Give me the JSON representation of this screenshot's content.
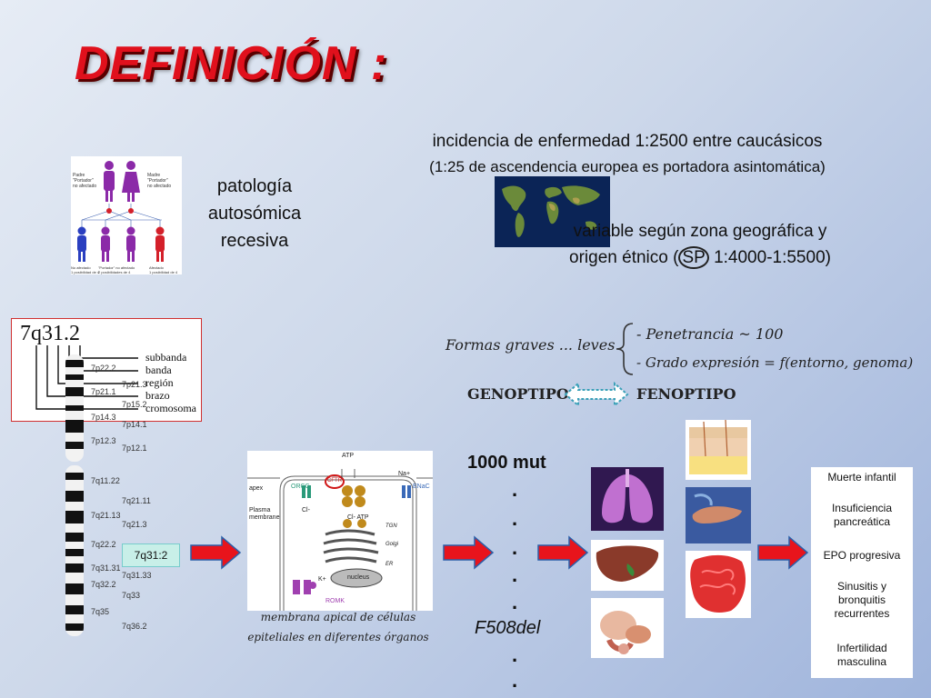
{
  "title": "DEFINICIÓN :",
  "pedigree": {
    "padre": "Padre",
    "padre_sub1": "\"Portador\"",
    "padre_sub2": "no afectado",
    "madre": "Madre",
    "madre_sub1": "\"Portador\"",
    "madre_sub2": "no afectado",
    "child1": "No afectado",
    "child1_b": "1 posibilidad de 4",
    "child2": "\"Portador\" no afectado",
    "child2_b": "2 posibilidades de 4",
    "child3": "Afectado",
    "child3_b": "1 posibilidad de 4"
  },
  "patologia": [
    "patología",
    "autosómica",
    "recesiva"
  ],
  "incidencia": {
    "line1": "incidencia de enfermedad 1:2500 entre caucásicos",
    "line2": "(1:25 de ascendencia europea es portadora asintomática)",
    "line3": "variable según zona geográfica y",
    "line4_a": "origen étnico (",
    "line4_sp": "SP",
    "line4_b": " 1:4000-1:5500)"
  },
  "chromosome": {
    "title": "7q31.2",
    "legend": [
      "subbanda",
      "banda",
      "región",
      "brazo",
      "cromosoma"
    ],
    "bands_left": [
      "7p22.2",
      "7p21.1",
      "7p14.3",
      "7p12.3",
      "7q11.22",
      "7q21.13",
      "7q22.2",
      "7q31.31",
      "7q32.2",
      "7q35"
    ],
    "bands_right": [
      "7p21.3",
      "7p15.2",
      "7p14.1",
      "7p12.1",
      "7q21.11",
      "7q21.3",
      "7q31.33",
      "7q33",
      "7q36.2"
    ],
    "locus_label": "7q31:2"
  },
  "formas": {
    "left": "Formas graves ... leves",
    "pen": "- Penetrancia  ~  100",
    "grado": "- Grado expresión = f(entorno, genoma)",
    "genotipo": "GENOPTIPO",
    "fenotipo": "FENOPTIPO"
  },
  "cell": {
    "atp_top": "ATP",
    "apex": "apex",
    "plasma": "Plasma",
    "membrane": "membrane",
    "orcc": "ORCC",
    "cftr": "CFTR",
    "na": "Na+",
    "enac": "ENaC",
    "cl": "Cl-",
    "cl_atp": "Cl- ATP",
    "tgn": "TGN",
    "golgi": "Golgi",
    "er": "ER",
    "nucleus": "nucleus",
    "k": "K+",
    "romk": "ROMK",
    "caption1": "membrana apical de células",
    "caption2": "epiteliales en diferentes órganos"
  },
  "mutations": {
    "count": "1000 mut",
    "f508": "F508del",
    "dot": "."
  },
  "outcomes": [
    "Muerte infantil",
    "Insuficiencia pancreática",
    "EPO progresiva",
    "Sinusitis y bronquitis recurrentes",
    "Infertilidad masculina"
  ],
  "colors": {
    "title": "#e0101c",
    "arrow": "#e8141c",
    "arrow_outline": "#2b5fa8",
    "affected": "#d4202a",
    "carrier": "#8b2aa8",
    "normal": "#2a3fc0"
  }
}
